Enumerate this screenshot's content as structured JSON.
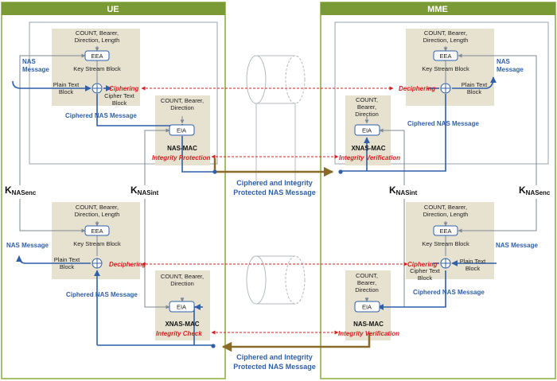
{
  "panels": {
    "left_title": "UE",
    "right_title": "MME"
  },
  "keys": {
    "k_letter": "K",
    "nas_enc_sub": "NASenc",
    "nas_int_sub": "NASint"
  },
  "blocks": {
    "count_bearer_direction_length_l1": "COUNT, Bearer,",
    "count_bearer_direction_length_l2": "Direction, Length",
    "count_bearer_direction_l1": "COUNT,",
    "count_bearer_direction_l2": "Bearer,",
    "count_bearer_direction_l3": "Direction",
    "eea": "EEA",
    "eia": "EIA",
    "key_stream_block": "Key Stream Block",
    "plain_text_l1": "Plain Text",
    "plain_text_l2": "Block",
    "cipher_text_l1": "Cipher Text",
    "cipher_text_l2": "Block"
  },
  "messages": {
    "nas_message": "NAS Message",
    "nas_message_l1": "NAS",
    "nas_message_l2": "Message",
    "ciphered_nas_message": "Ciphered NAS Message",
    "nas_mac": "NAS-MAC",
    "xnas_mac": "XNAS-MAC"
  },
  "operations": {
    "ciphering": "Ciphering",
    "deciphering": "Deciphering",
    "integrity_protection": "Integrity Protection",
    "integrity_verification": "Integrity Verification",
    "integrity_check": "Integrity Check"
  },
  "channel": {
    "line1": "Ciphered and Integrity",
    "line2": "Protected NAS Message"
  },
  "colors": {
    "panel_border": "#8cb04a",
    "panel_header": "#7a9a36",
    "block_fill": "#e7e2cf",
    "blue": "#2f5fa8",
    "red": "#d21f1f",
    "brown": "#8a6a28",
    "gray": "#9aa3ad"
  }
}
